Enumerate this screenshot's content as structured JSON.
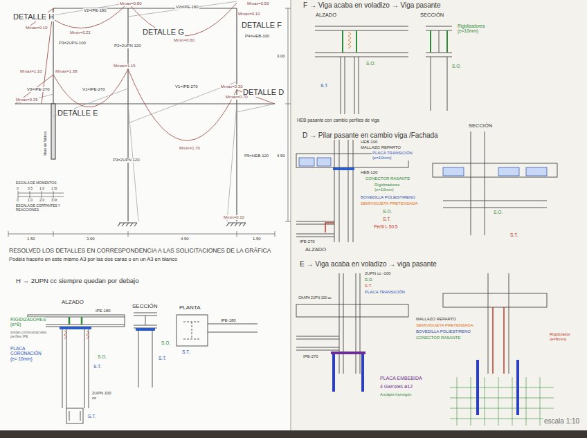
{
  "diagram": {
    "labels": [
      "DETALLE H",
      "V2=IPE-180",
      "Mmax=0.80",
      "V2=IPE-180",
      "Mmax=0.56",
      "Mmax=0.10",
      "Mmax=0.10",
      "Mmin=0.21",
      "DETALLE G",
      "DETALLE F",
      "Mmin=0.60",
      "P4=HEB-100",
      "P3=2UPN-100",
      "P2=2UPN 120",
      "3.00",
      "Mmax=1.10",
      "Mmax=1.38",
      "Mmax=1.15",
      "V3=IPE-270",
      "V1=IPE-270",
      "V1=IPE-270",
      "Mmax=0.30",
      "DETALLE D",
      "Mmax=0.35",
      "Mmax=0.70",
      "DETALLE E",
      "Muro de fábrica",
      "Mmin=1.70",
      "4.50",
      "P3=2UPN 120",
      "P5=HEB-120",
      "ESCALA DE MOMENTOS",
      "0",
      "0.5",
      "1.0",
      "1.5t",
      "0",
      "1.0",
      "2.0",
      "3.0t",
      "ESCALA DE CORTANTES Y REACCIONES",
      "Mmin=0.10",
      "1.50",
      "3.00",
      "4.50",
      "1.50",
      "RESOLVED LOS DETALLES EN CORRESPONDENCIA A LAS SOLICITACIONES DE LA GRÁFICA",
      "Podéis hacerlo en este mismo A3 por las dos caras o en un A3 en blanco",
      "H → 2UPN cc siempre quedan por debajo",
      "ALZADO",
      "SECCIÓN",
      "PLANTA",
      "IPE-180",
      "IPE-180",
      "RIGIDIZADORES (e=8)",
      "soldan continuidad alas perfiles IPE",
      "PLACA CORONACIÓN (e= 10mm)",
      "S.O.",
      "S.T.",
      "S.O.",
      "S.T.",
      "S.T.",
      "2UPN 100 cc",
      "S.T.",
      "F → Viga acaba en voladizo → Viga pasante",
      "ALZADO",
      "SECCIÓN",
      "Rigidizadores (e=10mm)",
      "S.O.",
      "S.O.",
      "S.T.",
      "HEB pasante con cambio perfiles de viga",
      "D → Pilar pasante en cambio viga /Fachada",
      "SECCIÓN",
      "HEB-100",
      "MALLAZO REPARTO",
      "PLACA TRANSICIÓN (e=10mm)",
      "HEB-120",
      "CONECTOR RASANTE",
      "Rigidizadores (e=10mm)",
      "BOVEDILLA POLIESTIRENO",
      "SEMIVIGUETA PRETENSADA",
      "S.O.",
      "S.T.",
      "Perfil L 50.5",
      "IPE-270",
      "S.O.",
      "S.T.",
      "ALZADO",
      "E → Viga acaba en voladizo → viga pasante",
      "2UPN cc -100",
      "S.O.",
      "S.T.",
      "PLACA TRANSICIÓN",
      "CHAPA 2UPN 100 cc",
      "MALLAZO REPARTO",
      "SEMIVIGUETA PRETENSADA",
      "BOVEDILLA POLIESTIRENO",
      "CONECTOR RASANTE",
      "IPE-270",
      "Rigidizador (e=8mm)",
      "PLACA EMBEBIDA",
      "4 Garrotes ø12",
      "Anclajes hormigón",
      "escala 1:10"
    ]
  }
}
